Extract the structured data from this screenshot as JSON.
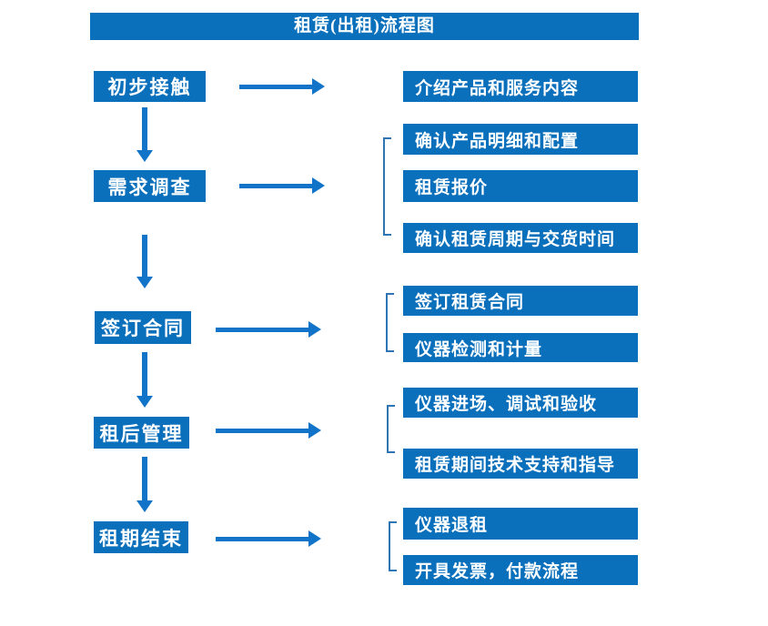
{
  "title": "租赁(出租)流程图",
  "colors": {
    "box_blue": "#0b70bc",
    "arrow_blue": "#1274c8",
    "bracket_blue": "#2e75b6",
    "text_white": "#ffffff"
  },
  "steps": [
    {
      "label": "初步接触",
      "details": [
        "介绍产品和服务内容"
      ]
    },
    {
      "label": "需求调查",
      "details": [
        "确认产品明细和配置",
        "租赁报价",
        "确认租赁周期与交货时间"
      ]
    },
    {
      "label": "签订合同",
      "details": [
        "签订租赁合同",
        "仪器检测和计量"
      ]
    },
    {
      "label": "租后管理",
      "details": [
        "仪器进场、调试和验收",
        "租赁期间技术支持和指导"
      ]
    },
    {
      "label": "租期结束",
      "details": [
        "仪器退租",
        "开具发票，付款流程"
      ]
    }
  ]
}
